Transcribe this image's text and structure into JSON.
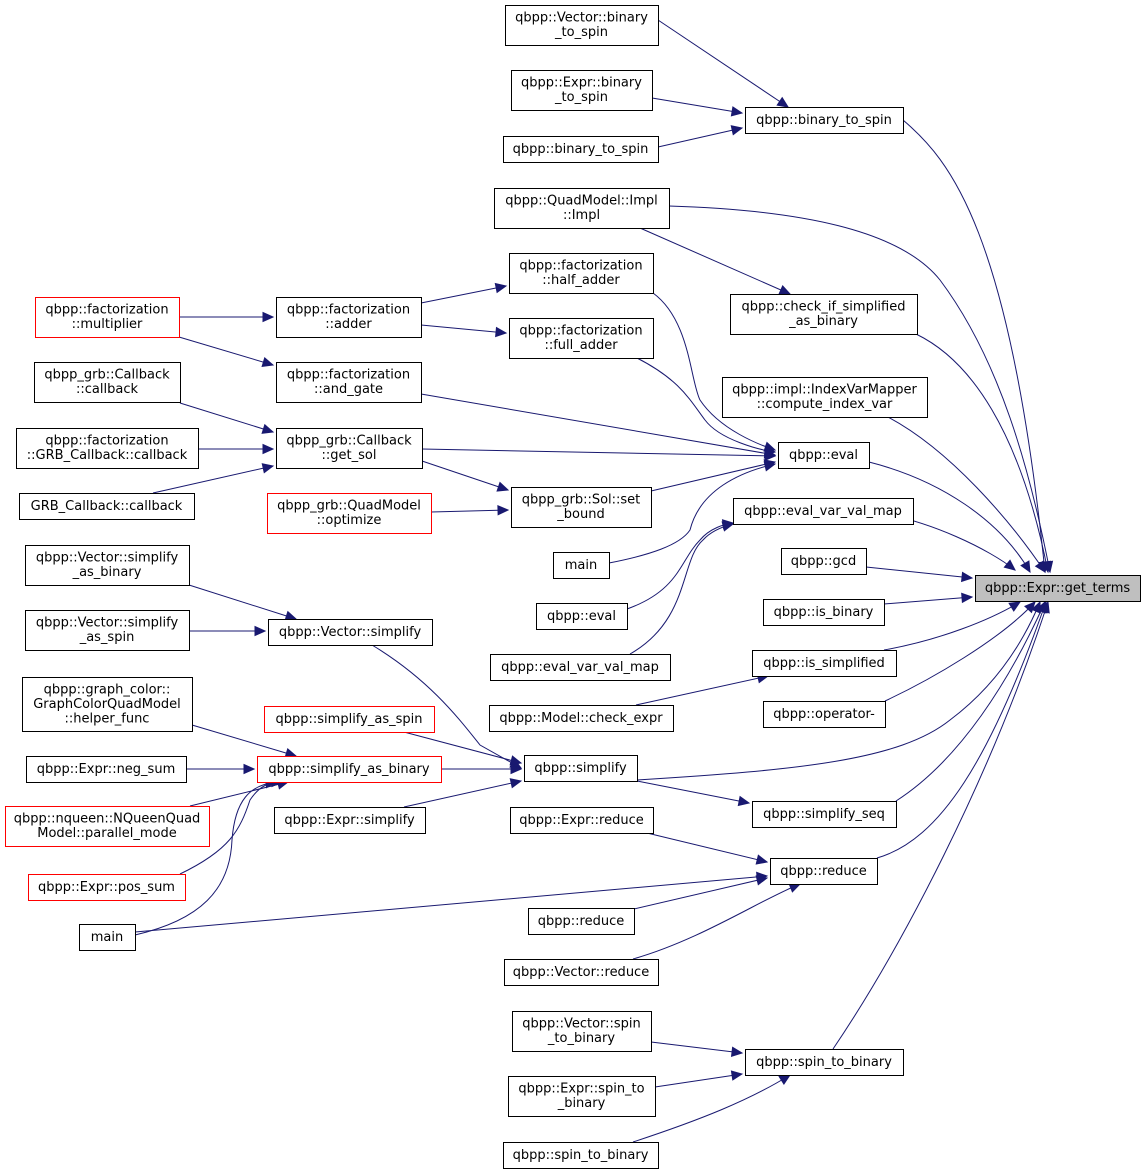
{
  "colors": {
    "edge": "#191970",
    "normal_border": "#000000",
    "truncated_border": "#ff0000",
    "focus_fill": "#bfbfbf",
    "background": "#ffffff"
  },
  "nodes": [
    {
      "id": "focus",
      "lines": [
        "qbpp::Expr::get_terms"
      ],
      "style": "focus"
    },
    {
      "id": "b2s",
      "lines": [
        "qbpp::binary_to_spin"
      ],
      "style": "normal"
    },
    {
      "id": "vec_b2s",
      "lines": [
        "qbpp::Vector::binary",
        "_to_spin"
      ],
      "style": "normal"
    },
    {
      "id": "expr_b2s",
      "lines": [
        "qbpp::Expr::binary",
        "_to_spin"
      ],
      "style": "normal"
    },
    {
      "id": "b2s_ov",
      "lines": [
        "qbpp::binary_to_spin"
      ],
      "style": "normal"
    },
    {
      "id": "qm_impl",
      "lines": [
        "qbpp::QuadModel::Impl",
        "::Impl"
      ],
      "style": "normal"
    },
    {
      "id": "chk_simpl",
      "lines": [
        "qbpp::check_if_simplified",
        "_as_binary"
      ],
      "style": "normal"
    },
    {
      "id": "half_adder",
      "lines": [
        "qbpp::factorization",
        "::half_adder"
      ],
      "style": "normal"
    },
    {
      "id": "full_adder",
      "lines": [
        "qbpp::factorization",
        "::full_adder"
      ],
      "style": "normal"
    },
    {
      "id": "multiplier",
      "lines": [
        "qbpp::factorization",
        "::multiplier"
      ],
      "style": "red"
    },
    {
      "id": "adder",
      "lines": [
        "qbpp::factorization",
        "::adder"
      ],
      "style": "normal"
    },
    {
      "id": "and_gate",
      "lines": [
        "qbpp::factorization",
        "::and_gate"
      ],
      "style": "normal"
    },
    {
      "id": "compute_idx",
      "lines": [
        "qbpp::impl::IndexVarMapper",
        "::compute_index_var"
      ],
      "style": "normal"
    },
    {
      "id": "grb_cb_cb",
      "lines": [
        "qbpp_grb::Callback",
        "::callback"
      ],
      "style": "normal"
    },
    {
      "id": "fact_grb_cb",
      "lines": [
        "qbpp::factorization",
        "::GRB_Callback::callback"
      ],
      "style": "normal"
    },
    {
      "id": "grb_cb_plain",
      "lines": [
        "GRB_Callback::callback"
      ],
      "style": "normal"
    },
    {
      "id": "get_sol",
      "lines": [
        "qbpp_grb::Callback",
        "::get_sol"
      ],
      "style": "normal"
    },
    {
      "id": "eval",
      "lines": [
        "qbpp::eval"
      ],
      "style": "normal"
    },
    {
      "id": "grb_qm_opt",
      "lines": [
        "qbpp_grb::QuadModel",
        "::optimize"
      ],
      "style": "red"
    },
    {
      "id": "sol_set_bound",
      "lines": [
        "qbpp_grb::Sol::set",
        "_bound"
      ],
      "style": "normal"
    },
    {
      "id": "eval_var_map",
      "lines": [
        "qbpp::eval_var_val_map"
      ],
      "style": "normal"
    },
    {
      "id": "main1",
      "lines": [
        "main"
      ],
      "style": "normal"
    },
    {
      "id": "gcd",
      "lines": [
        "qbpp::gcd"
      ],
      "style": "normal"
    },
    {
      "id": "eval2",
      "lines": [
        "qbpp::eval"
      ],
      "style": "normal"
    },
    {
      "id": "is_binary",
      "lines": [
        "qbpp::is_binary"
      ],
      "style": "normal"
    },
    {
      "id": "vec_simpl_bin",
      "lines": [
        "qbpp::Vector::simplify",
        "_as_binary"
      ],
      "style": "normal"
    },
    {
      "id": "vec_simpl_spin",
      "lines": [
        "qbpp::Vector::simplify",
        "_as_spin"
      ],
      "style": "normal"
    },
    {
      "id": "vec_simplify",
      "lines": [
        "qbpp::Vector::simplify"
      ],
      "style": "normal"
    },
    {
      "id": "eval_var_map2",
      "lines": [
        "qbpp::eval_var_val_map"
      ],
      "style": "normal"
    },
    {
      "id": "is_simplified",
      "lines": [
        "qbpp::is_simplified"
      ],
      "style": "normal"
    },
    {
      "id": "check_expr",
      "lines": [
        "qbpp::Model::check_expr"
      ],
      "style": "normal"
    },
    {
      "id": "op_minus",
      "lines": [
        "qbpp::operator-"
      ],
      "style": "normal"
    },
    {
      "id": "graph_helper",
      "lines": [
        "qbpp::graph_color::",
        "GraphColorQuadModel",
        "::helper_func"
      ],
      "style": "normal"
    },
    {
      "id": "simpl_as_spin",
      "lines": [
        "qbpp::simplify_as_spin"
      ],
      "style": "red"
    },
    {
      "id": "neg_sum",
      "lines": [
        "qbpp::Expr::neg_sum"
      ],
      "style": "normal"
    },
    {
      "id": "simpl_as_bin",
      "lines": [
        "qbpp::simplify_as_binary"
      ],
      "style": "red"
    },
    {
      "id": "simplify",
      "lines": [
        "qbpp::simplify"
      ],
      "style": "normal"
    },
    {
      "id": "simplify_seq",
      "lines": [
        "qbpp::simplify_seq"
      ],
      "style": "normal"
    },
    {
      "id": "nqueen",
      "lines": [
        "qbpp::nqueen::NQueenQuad",
        "Model::parallel_mode"
      ],
      "style": "red"
    },
    {
      "id": "expr_simplify",
      "lines": [
        "qbpp::Expr::simplify"
      ],
      "style": "normal"
    },
    {
      "id": "expr_reduce",
      "lines": [
        "qbpp::Expr::reduce"
      ],
      "style": "normal"
    },
    {
      "id": "reduce",
      "lines": [
        "qbpp::reduce"
      ],
      "style": "normal"
    },
    {
      "id": "pos_sum",
      "lines": [
        "qbpp::Expr::pos_sum"
      ],
      "style": "red"
    },
    {
      "id": "main2",
      "lines": [
        "main"
      ],
      "style": "normal"
    },
    {
      "id": "reduce2",
      "lines": [
        "qbpp::reduce"
      ],
      "style": "normal"
    },
    {
      "id": "vec_reduce",
      "lines": [
        "qbpp::Vector::reduce"
      ],
      "style": "normal"
    },
    {
      "id": "vec_s2b",
      "lines": [
        "qbpp::Vector::spin",
        "_to_binary"
      ],
      "style": "normal"
    },
    {
      "id": "s2b",
      "lines": [
        "qbpp::spin_to_binary"
      ],
      "style": "normal"
    },
    {
      "id": "expr_s2b",
      "lines": [
        "qbpp::Expr::spin_to",
        "_binary"
      ],
      "style": "normal"
    },
    {
      "id": "s2b_ov",
      "lines": [
        "qbpp::spin_to_binary"
      ],
      "style": "normal"
    }
  ]
}
